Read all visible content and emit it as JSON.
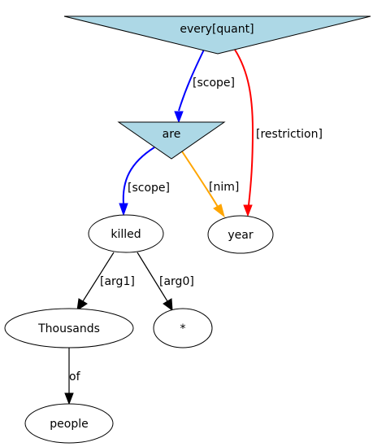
{
  "nodes": {
    "every": {
      "label": "every[quant]",
      "shape": "inverted-triangle",
      "fill": "#add8e6"
    },
    "are": {
      "label": "are",
      "shape": "inverted-triangle",
      "fill": "#add8e6"
    },
    "killed": {
      "label": "killed",
      "shape": "ellipse"
    },
    "year": {
      "label": "year",
      "shape": "ellipse"
    },
    "thousands": {
      "label": "Thousands",
      "shape": "ellipse"
    },
    "star": {
      "label": "*",
      "shape": "ellipse"
    },
    "people": {
      "label": "people",
      "shape": "ellipse"
    }
  },
  "edges": {
    "every_are": {
      "from": "every[quant]",
      "to": "are",
      "label": "[scope]",
      "color": "#0000ff"
    },
    "every_year": {
      "from": "every[quant]",
      "to": "year",
      "label": "[restriction]",
      "color": "#ff0000"
    },
    "are_killed": {
      "from": "are",
      "to": "killed",
      "label": "[scope]",
      "color": "#0000ff"
    },
    "are_year": {
      "from": "are",
      "to": "year",
      "label": "[nim]",
      "color": "#ffa500"
    },
    "killed_thousands": {
      "from": "killed",
      "to": "Thousands",
      "label": "[arg1]",
      "color": "#000000"
    },
    "killed_star": {
      "from": "killed",
      "to": "*",
      "label": "[arg0]",
      "color": "#000000"
    },
    "thousands_people": {
      "from": "Thousands",
      "to": "people",
      "label": "of",
      "color": "#000000"
    }
  }
}
